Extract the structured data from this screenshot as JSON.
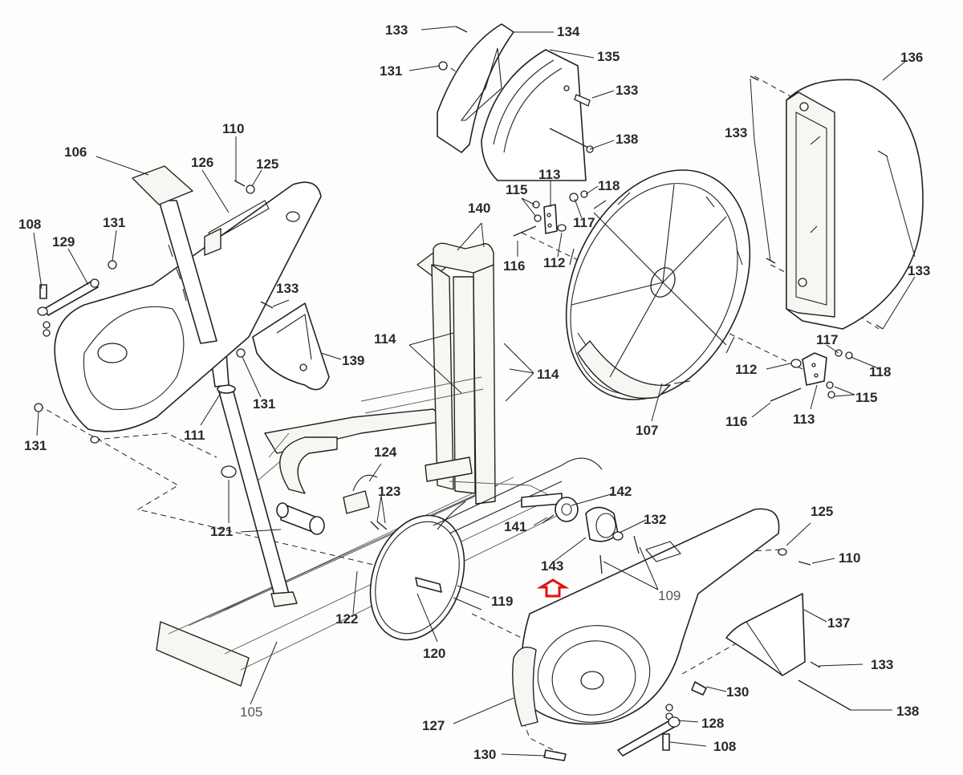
{
  "callouts": {
    "p133a": "133",
    "p134": "134",
    "p131a": "131",
    "p135": "135",
    "p133b": "133",
    "p138a": "138",
    "p136": "136",
    "p133c": "133",
    "p133d": "133",
    "p110a": "110",
    "p106": "106",
    "p126": "126",
    "p125a": "125",
    "p108a": "108",
    "p129": "129",
    "p131b": "131",
    "p140": "140",
    "p115a": "115",
    "p113a": "113",
    "p118a": "118",
    "p117a": "117",
    "p116a": "116",
    "p112a": "112",
    "p133e": "133",
    "p139": "139",
    "p114a": "114",
    "p114b": "114",
    "p131c": "131",
    "p111": "111",
    "p131d": "131",
    "p117b": "117",
    "p112b": "112",
    "p118b": "118",
    "p115b": "115",
    "p116b": "116",
    "p113b": "113",
    "p107": "107",
    "p124": "124",
    "p123": "123",
    "p121": "121",
    "p142": "142",
    "p141": "141",
    "p132": "132",
    "p125b": "125",
    "p110b": "110",
    "p143": "143",
    "p109": "109",
    "p119": "119",
    "p122": "122",
    "p120": "120",
    "p137": "137",
    "p133f": "133",
    "p130a": "130",
    "p138b": "138",
    "p105": "105",
    "p127": "127",
    "p128": "128",
    "p108b": "108",
    "p130b": "130"
  },
  "highlight": {
    "target": "143",
    "color": "#e01010"
  }
}
